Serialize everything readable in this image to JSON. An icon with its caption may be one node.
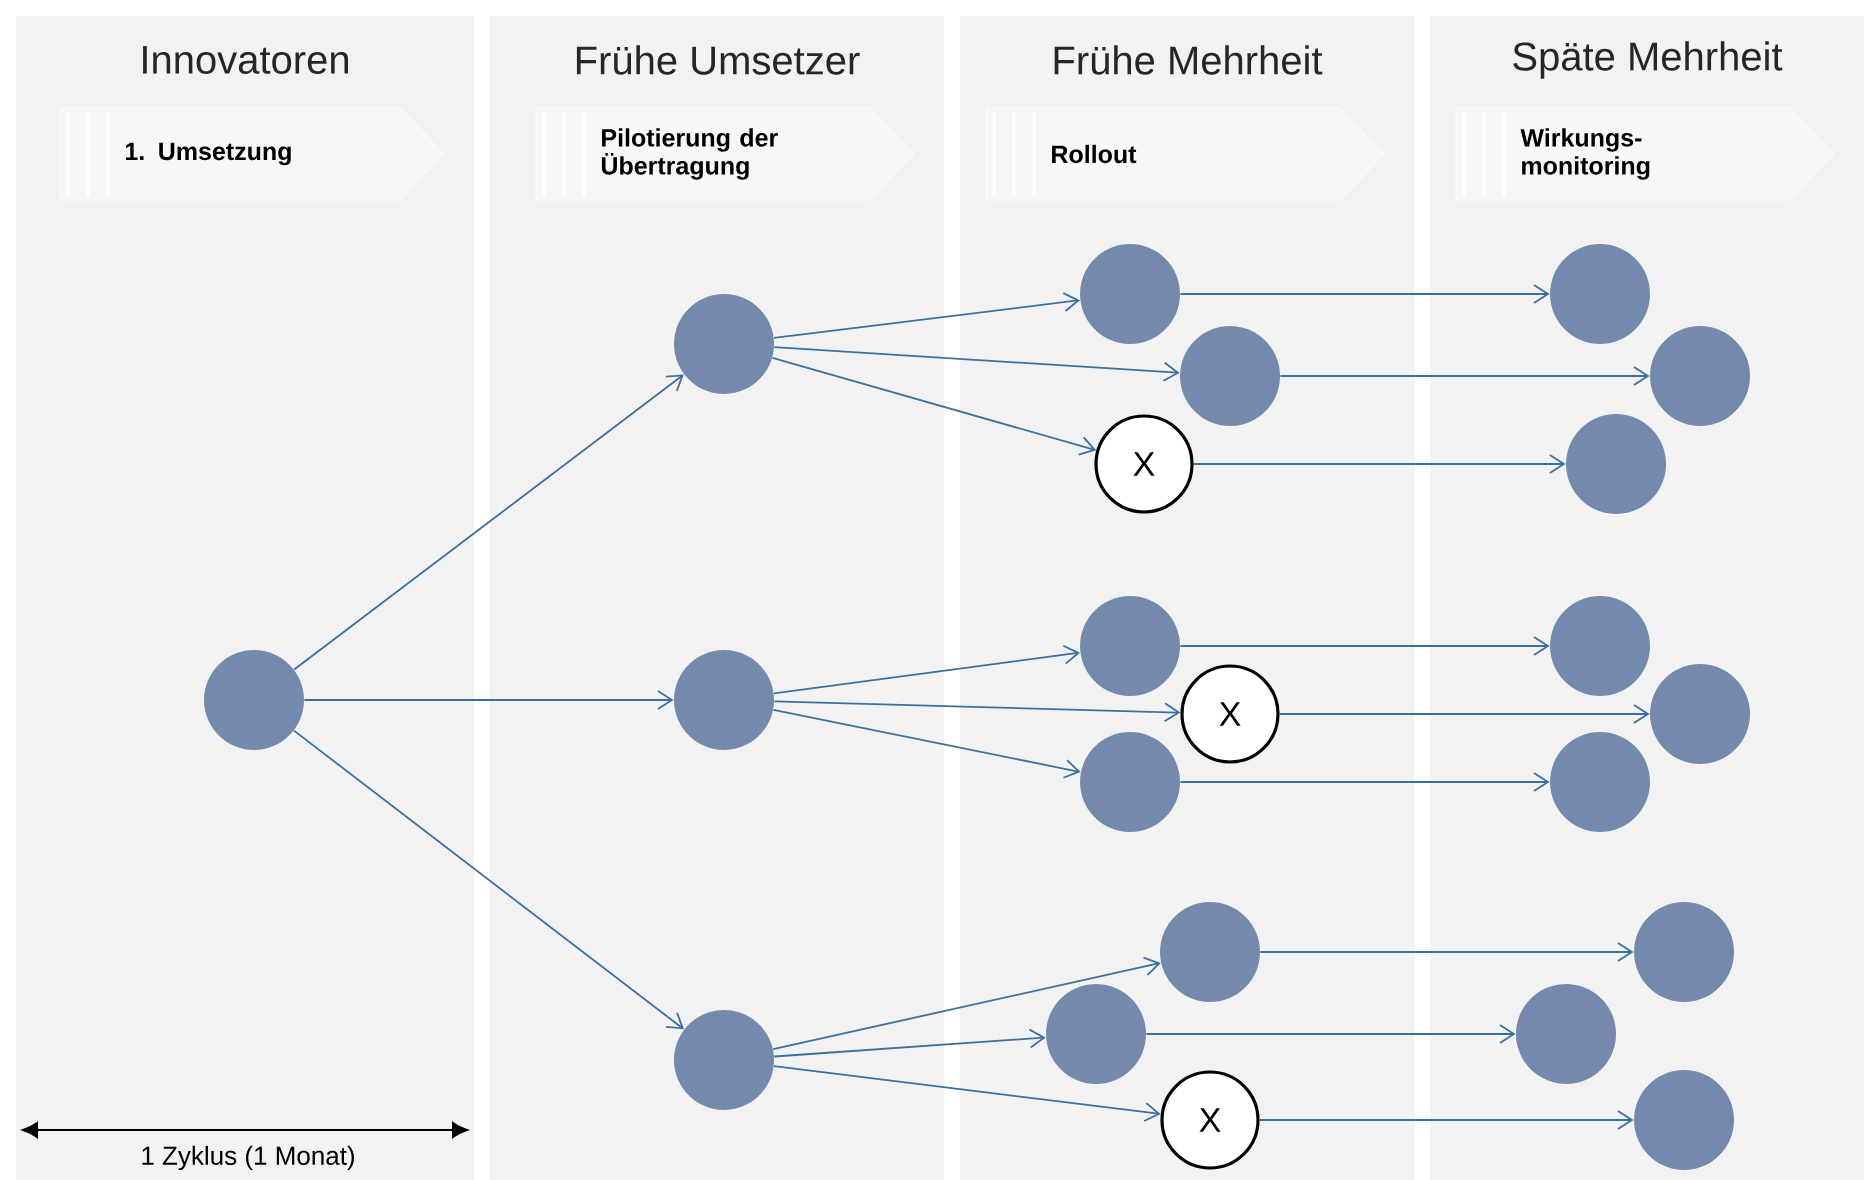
{
  "diagram": {
    "nodes": [
      {
        "text": [
          "Innovatoren"
        ]
      },
      {
        "text": [
          "Frühe Umsetzer"
        ]
      },
      {
        "text": [
          "Frühe Mehrheit"
        ]
      },
      {
        "text": [
          "Späte Mehrheit"
        ]
      },
      {
        "text": [
          "1. Umsetzung"
        ],
        "in": 0
      },
      {
        "text": [
          "Pilotierung der Übertragung"
        ],
        "in": 1
      },
      {
        "text": [
          "Rollout"
        ],
        "in": 2
      },
      {
        "text": [
          "Wirkungs- monitoring"
        ],
        "in": 3
      },
      {
        "text": [],
        "shape": "circle",
        "in": 0
      },
      {
        "text": [],
        "shape": "circle",
        "in": 1
      },
      {
        "text": [],
        "shape": "circle",
        "in": 1
      },
      {
        "text": [],
        "shape": "circle",
        "in": 1
      },
      {
        "text": [],
        "shape": "circle",
        "in": 2
      },
      {
        "text": [],
        "shape": "circle",
        "in": 2
      },
      {
        "text": [
          "X"
        ],
        "in": 2
      },
      {
        "text": [],
        "shape": "circle",
        "in": 2
      },
      {
        "text": [
          "X"
        ],
        "in": 2
      },
      {
        "text": [],
        "shape": "circle",
        "in": 2
      },
      {
        "text": [],
        "shape": "circle",
        "in": 2
      },
      {
        "text": [],
        "shape": "circle",
        "in": 2
      },
      {
        "text": [
          "X"
        ],
        "in": 2
      },
      {
        "text": [],
        "shape": "circle",
        "in": 3
      },
      {
        "text": [],
        "shape": "circle",
        "in": 3
      },
      {
        "text": [],
        "shape": "circle",
        "in": 3
      },
      {
        "text": [],
        "shape": "circle",
        "in": 3
      },
      {
        "text": [],
        "shape": "circle",
        "in": 3
      },
      {
        "text": [],
        "shape": "circle",
        "in": 3
      },
      {
        "text": [],
        "shape": "circle",
        "in": 3
      },
      {
        "text": [],
        "shape": "circle",
        "in": 3
      },
      {
        "text": [],
        "shape": "circle",
        "in": 3
      }
    ],
    "edges": [
      {
        "from": 8,
        "to": 9,
        "arrow": "to"
      },
      {
        "from": 8,
        "to": 10,
        "arrow": "to"
      },
      {
        "from": 8,
        "to": 11,
        "arrow": "to"
      },
      {
        "from": 9,
        "to": 12,
        "arrow": "to"
      },
      {
        "from": 9,
        "to": 13,
        "arrow": "to"
      },
      {
        "from": 9,
        "to": 14,
        "arrow": "to"
      },
      {
        "from": 10,
        "to": 15,
        "arrow": "to"
      },
      {
        "from": 10,
        "to": 16,
        "arrow": "to"
      },
      {
        "from": 10,
        "to": 17,
        "arrow": "to"
      },
      {
        "from": 11,
        "to": 18,
        "arrow": "to"
      },
      {
        "from": 11,
        "to": 19,
        "arrow": "to"
      },
      {
        "from": 11,
        "to": 20,
        "arrow": "to"
      },
      {
        "from": 12,
        "to": 21,
        "arrow": "to"
      },
      {
        "from": 13,
        "to": 22,
        "arrow": "to"
      },
      {
        "from": 14,
        "to": 23,
        "arrow": "to"
      },
      {
        "from": 15,
        "to": 24,
        "arrow": "to"
      },
      {
        "from": 16,
        "to": 25,
        "arrow": "to"
      },
      {
        "from": 17,
        "to": 26,
        "arrow": "to"
      },
      {
        "from": 18,
        "to": 27,
        "arrow": "to"
      },
      {
        "from": 19,
        "to": 28,
        "arrow": "to"
      },
      {
        "from": 20,
        "to": 29,
        "arrow": "to"
      }
    ],
    "labels": [
      "1 Zyklus (1 Monat)"
    ]
  }
}
